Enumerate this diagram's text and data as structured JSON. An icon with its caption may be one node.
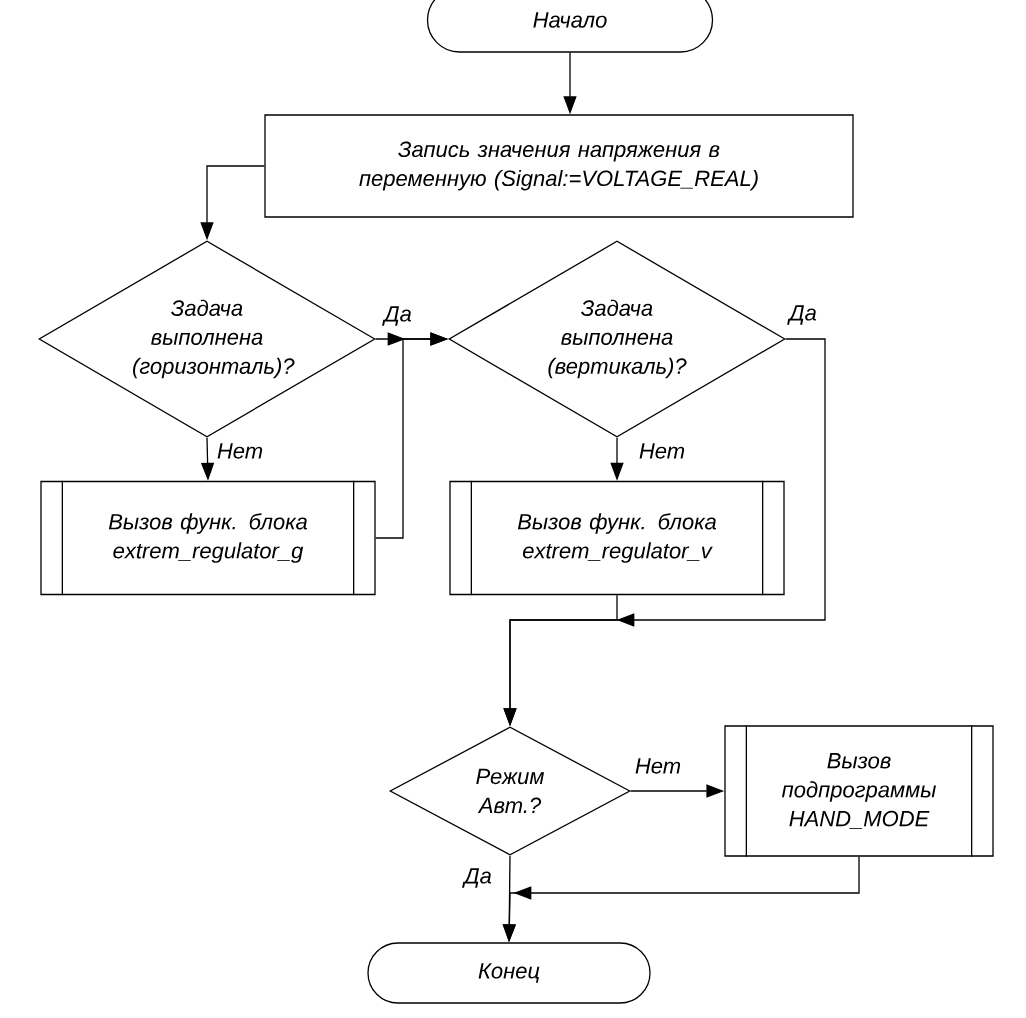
{
  "diagram": {
    "nodes": [
      {
        "text": [
          "Начало"
        ]
      },
      {
        "text": [
          "Запись значения напряжения в переменную (Signal:=VOLTAGE_REAL)"
        ]
      },
      {
        "text": [
          "Задача выполнена (горизонталь)?"
        ]
      },
      {
        "text": [
          "Задача выполнена (вертикаль)?"
        ]
      },
      {
        "text": [
          "Вызов функ. блока extrem_regulator_g"
        ]
      },
      {
        "text": [
          "Вызов функ. блока extrem_regulator_v"
        ]
      },
      {
        "text": [
          "Режим Авт.?"
        ]
      },
      {
        "text": [
          "Вызов подпрограммы HAND_MODE"
        ]
      },
      {
        "text": [
          "Конец"
        ]
      }
    ],
    "edges": [
      {
        "from": 0,
        "to": 1,
        "arrow": "to"
      },
      {
        "from": 1,
        "to": 2,
        "arrow": "to"
      },
      {
        "from": 2,
        "to": 3,
        "arrow": "to",
        "label": "Да"
      },
      {
        "from": 2,
        "to": 4,
        "arrow": "to",
        "label": "Нет"
      },
      {
        "from": 4,
        "to": 3,
        "arrow": "to"
      },
      {
        "from": 3,
        "to": 5,
        "arrow": "to",
        "label": "Нет"
      },
      {
        "from": 3,
        "to": 6,
        "arrow": "to",
        "label": "Да"
      },
      {
        "from": 5,
        "to": 6,
        "arrow": "to"
      },
      {
        "from": 6,
        "to": 8,
        "arrow": "to",
        "label": "Да"
      },
      {
        "from": 6,
        "to": 7,
        "arrow": "to",
        "label": "Нет"
      },
      {
        "from": 7,
        "to": 8,
        "arrow": "to"
      }
    ]
  }
}
